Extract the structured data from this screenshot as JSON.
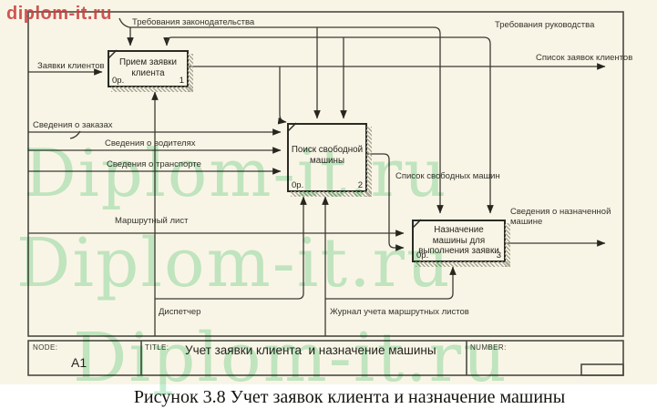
{
  "watermark": {
    "red": "diplom-it.ru",
    "green": "Diplom-it.ru"
  },
  "colors": {
    "background": "#f9f5e6",
    "line": "#3b3b33",
    "green_watermark": "#9fe3b8",
    "red_watermark": "#c93e3e"
  },
  "idef0": {
    "boxes": [
      {
        "label": "Прием заявки клиента",
        "cost": "0р.",
        "number": "1"
      },
      {
        "label": "Поиск свободной машины",
        "cost": "0р.",
        "number": "2"
      },
      {
        "label": "Назначение машины для выполнения заявки",
        "cost": "0р.",
        "number": "3"
      }
    ],
    "labels": {
      "treb_zakon": "Требования законодательства",
      "treb_ruk": "Требования руководства",
      "zayavki": "Заявки клиентов",
      "sved_zakaz": "Сведения о заказах",
      "sved_vod": "Сведения о водителях",
      "sved_trans": "Сведения о транспорте",
      "marshrut": "Маршрутный лист",
      "spisok_zayavok": "Список заявок клиентов",
      "spisok_svobod": "Список свободных машин",
      "sved_naznach": "Сведения о назначенной машине",
      "dispatcher": "Диспетчер",
      "zhurnal": "Журнал учета маршрутных листов"
    },
    "title_bar": {
      "node_label": "NODE:",
      "node_value": "A1",
      "title_label": "TITLE:",
      "title_value": "Учет заявки клиента  и назначение машины",
      "number_label": "NUMBER:"
    }
  },
  "caption": "Рисунок 3.8 Учет заявок клиента и назначение машины"
}
